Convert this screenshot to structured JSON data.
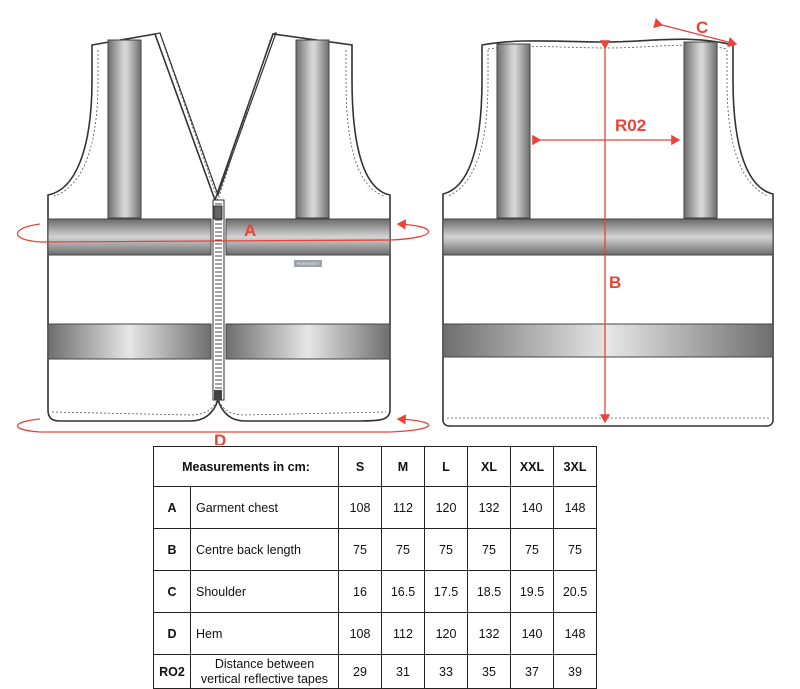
{
  "dimensions": {
    "a": "A",
    "b": "B",
    "c": "C",
    "d": "D",
    "ro2": "R02"
  },
  "vest_label": "PORTWEST",
  "colors": {
    "dimension": "#e8443a",
    "tape": "#8f8f8f",
    "outline": "#333333"
  },
  "table": {
    "header": "Measurements in cm:",
    "sizes": [
      "S",
      "M",
      "L",
      "XL",
      "XXL",
      "3XL"
    ],
    "rows": [
      {
        "code": "A",
        "name": "Garment chest",
        "values": [
          "108",
          "112",
          "120",
          "132",
          "140",
          "148"
        ]
      },
      {
        "code": "B",
        "name": "Centre back length",
        "values": [
          "75",
          "75",
          "75",
          "75",
          "75",
          "75"
        ]
      },
      {
        "code": "C",
        "name": "Shoulder",
        "values": [
          "16",
          "16.5",
          "17.5",
          "18.5",
          "19.5",
          "20.5"
        ]
      },
      {
        "code": "D",
        "name": "Hem",
        "values": [
          "108",
          "112",
          "120",
          "132",
          "140",
          "148"
        ]
      },
      {
        "code": "RO2",
        "name": "Distance between vertical reflective tapes",
        "values": [
          "29",
          "31",
          "33",
          "35",
          "37",
          "39"
        ]
      }
    ]
  }
}
